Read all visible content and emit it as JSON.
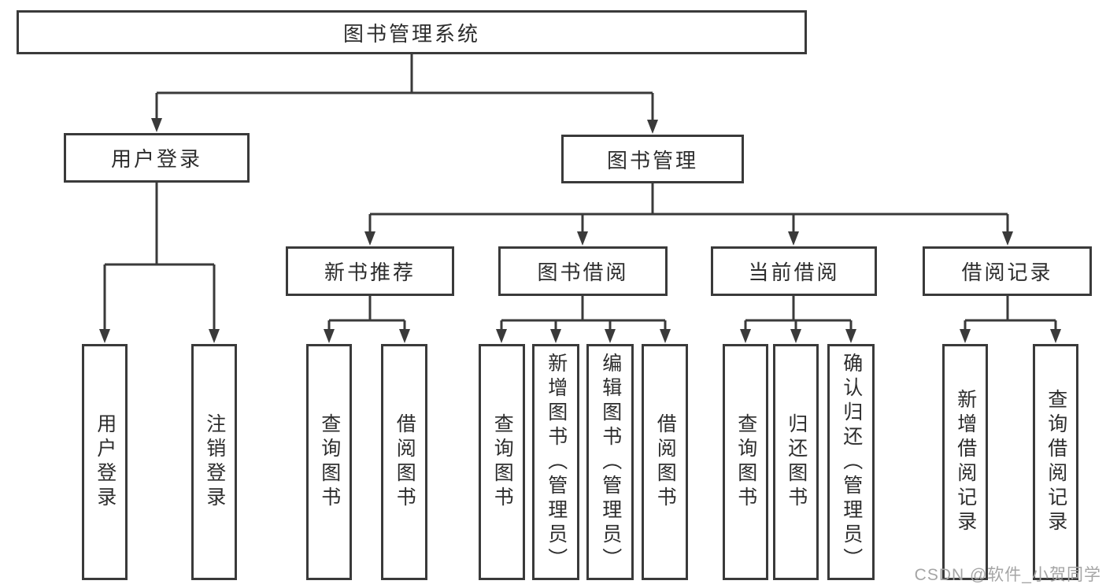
{
  "tree": {
    "label": "图书管理系统",
    "children": [
      {
        "label": "用户登录",
        "children": [
          {
            "label": "用户登录"
          },
          {
            "label": "注销登录"
          }
        ]
      },
      {
        "label": "图书管理",
        "children": [
          {
            "label": "新书推荐",
            "children": [
              {
                "label": "查询图书"
              },
              {
                "label": "借阅图书"
              }
            ]
          },
          {
            "label": "图书借阅",
            "children": [
              {
                "label": "查询图书"
              },
              {
                "label": "新增图书（管理员）"
              },
              {
                "label": "编辑图书（管理员）"
              },
              {
                "label": "借阅图书"
              }
            ]
          },
          {
            "label": "当前借阅",
            "children": [
              {
                "label": "查询图书"
              },
              {
                "label": "归还图书"
              },
              {
                "label": "确认归还（管理员）"
              }
            ]
          },
          {
            "label": "借阅记录",
            "children": [
              {
                "label": "新增借阅记录"
              },
              {
                "label": "查询借阅记录"
              }
            ]
          }
        ]
      }
    ]
  },
  "watermark": "CSDN @软件_小贺同学",
  "colors": {
    "line": "#3a3a3a",
    "text": "#2d2d2d",
    "watermark": "#a5a5a5"
  }
}
